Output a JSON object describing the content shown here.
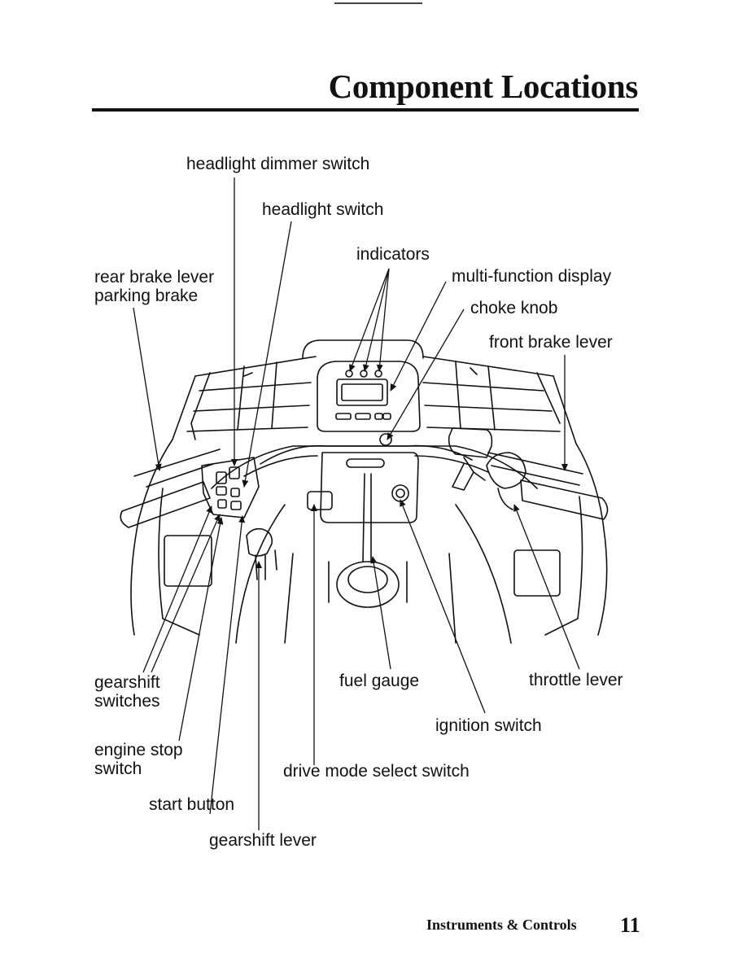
{
  "page": {
    "title": "Component Locations",
    "footer_section": "Instruments & Controls",
    "page_number": "11"
  },
  "labels": {
    "headlight_dimmer_switch": "headlight dimmer switch",
    "headlight_switch": "headlight switch",
    "indicators": "indicators",
    "rear_brake_lever": "rear brake lever",
    "parking_brake": "parking brake",
    "multi_function_display": "multi-function display",
    "choke_knob": "choke knob",
    "front_brake_lever": "front brake lever",
    "gearshift_switches_1": "gearshift",
    "gearshift_switches_2": "switches",
    "fuel_gauge": "fuel gauge",
    "throttle_lever": "throttle lever",
    "ignition_switch": "ignition switch",
    "engine_stop_1": "engine stop",
    "engine_stop_2": "switch",
    "drive_mode_select_switch": "drive mode select switch",
    "start_button": "start button",
    "gearshift_lever": "gearshift lever"
  }
}
